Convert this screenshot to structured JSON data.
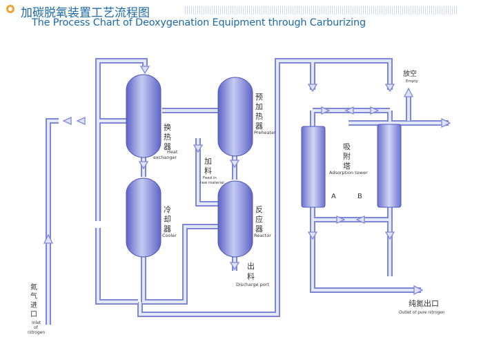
{
  "header": {
    "title_cn": "加碳脱氧装置工艺流程图",
    "title_en": "The Process Chart of  Deoxygenation Equipment through Carburizing"
  },
  "labels": {
    "heat_exchanger_cn": [
      "换",
      "热",
      "器"
    ],
    "heat_exchanger_en": [
      "Heat",
      "exchanger"
    ],
    "preheater_cn": [
      "预",
      "加",
      "热",
      "器"
    ],
    "preheater_en": "Preheater",
    "cooler_cn": [
      "冷",
      "却",
      "器"
    ],
    "cooler_en": "Cooler",
    "reactor_cn": [
      "反",
      "应",
      "器"
    ],
    "reactor_en": "Reactor",
    "feed_cn": [
      "加",
      "料"
    ],
    "feed_en": [
      "Feed in",
      "raw material"
    ],
    "discharge_cn": [
      "出",
      "料"
    ],
    "discharge_en": "Discharge port",
    "adsorption_cn": [
      "吸",
      "附",
      "塔"
    ],
    "adsorption_en": "Adsorption tower",
    "tower_a": "A",
    "tower_b": "B",
    "empty_cn": "放空",
    "empty_en": "Empty",
    "outlet_cn": "纯氮出口",
    "outlet_en": "Outlet of pure nitrogen",
    "inlet_cn": [
      "氮",
      "气",
      "进",
      "口"
    ],
    "inlet_en": [
      "Inlet",
      "of",
      "nitrogen"
    ]
  },
  "colors": {
    "title": "#1c6aa8",
    "accent": "#f2a12e",
    "pipe_outline": "#7e86d8",
    "pipe_fill": "#e4e8fb",
    "vessel_dark": "#5d64c6",
    "vessel_light": "#c6cbf2",
    "label_text": "#333333"
  }
}
